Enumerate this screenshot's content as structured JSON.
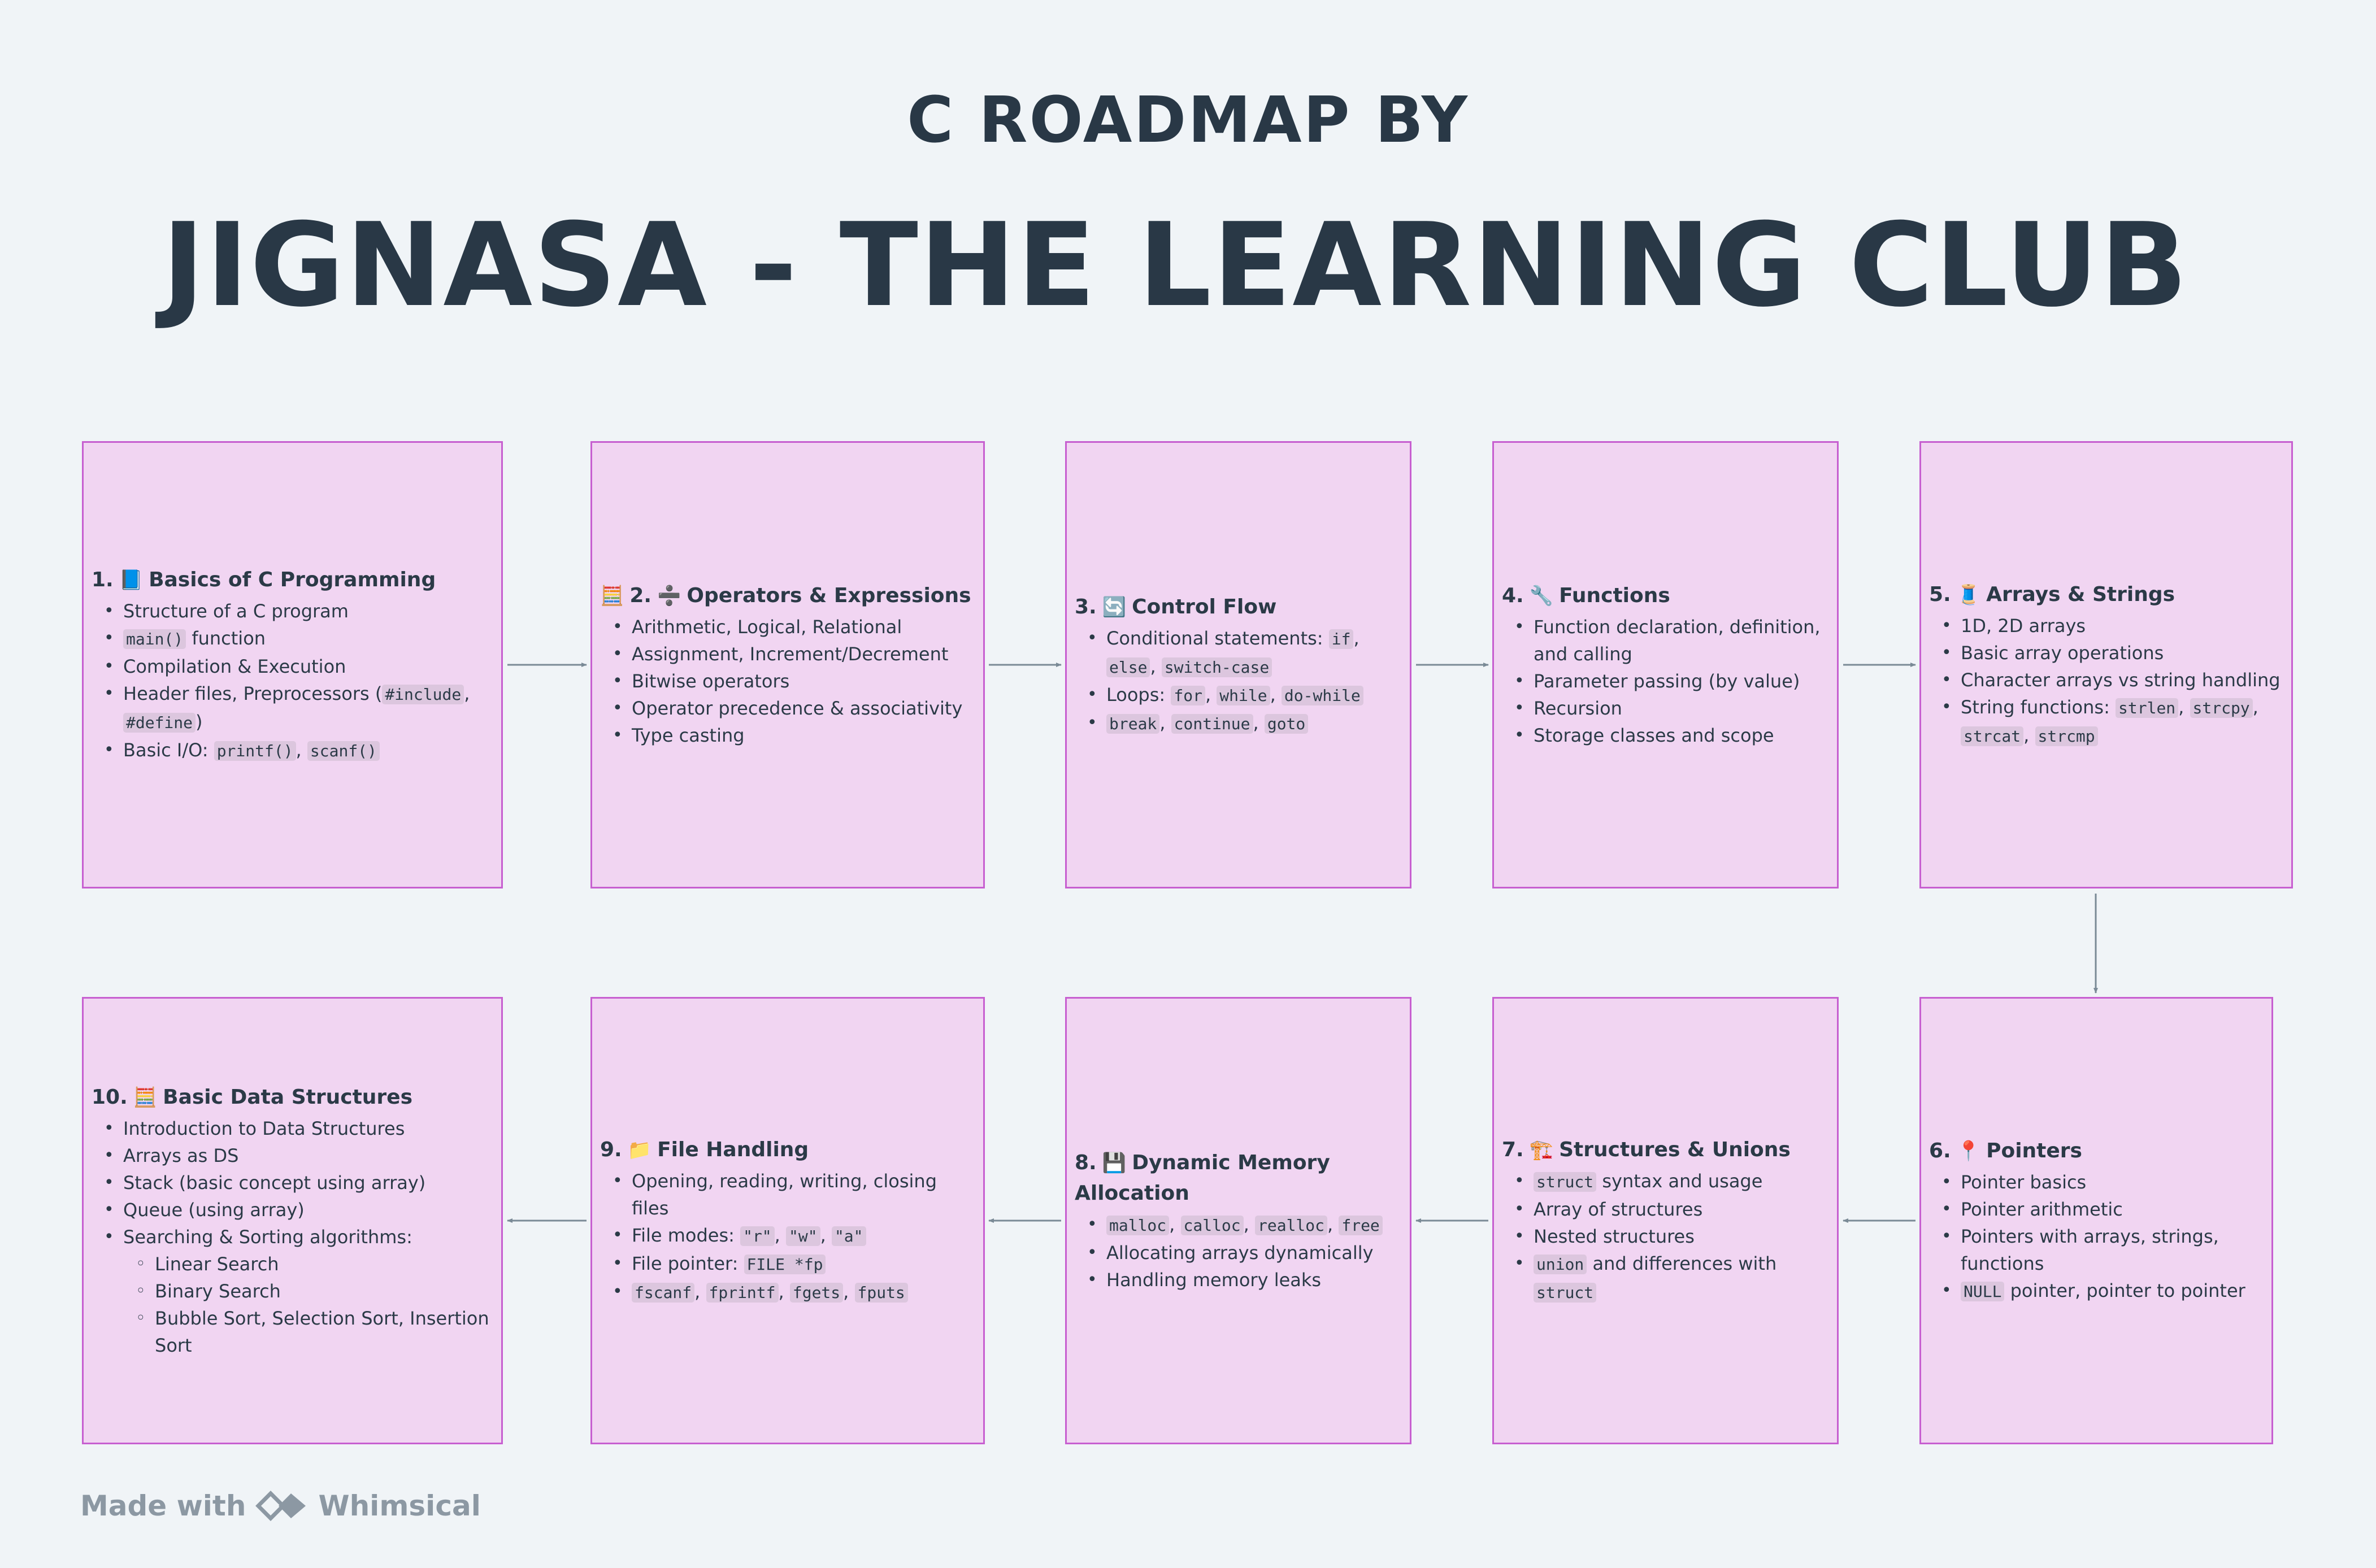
{
  "header": {
    "subtitle": "C ROADMAP BY",
    "title": "JIGNASA - THE LEARNING CLUB"
  },
  "boxes": [
    {
      "num": "1.",
      "emoji": "📘",
      "title": "Basics of C Programming",
      "items": [
        {
          "parts": [
            {
              "t": "Structure of a C program"
            }
          ]
        },
        {
          "parts": [
            {
              "t": "main()",
              "code": true
            },
            {
              "t": " function"
            }
          ]
        },
        {
          "parts": [
            {
              "t": "Compilation & Execution"
            }
          ]
        },
        {
          "parts": [
            {
              "t": "Header files, Preprocessors ("
            },
            {
              "t": "#include",
              "code": true
            },
            {
              "t": ", "
            },
            {
              "t": "#define",
              "code": true
            },
            {
              "t": ")"
            }
          ]
        },
        {
          "parts": [
            {
              "t": "Basic I/O: "
            },
            {
              "t": "printf()",
              "code": true
            },
            {
              "t": ", "
            },
            {
              "t": "scanf()",
              "code": true
            }
          ]
        }
      ]
    },
    {
      "num": "2.",
      "emoji": "➗",
      "title": "Operators & Expressions",
      "lead_emoji": "🧮",
      "items": [
        {
          "parts": [
            {
              "t": "Arithmetic, Logical, Relational"
            }
          ]
        },
        {
          "parts": [
            {
              "t": "Assignment, Increment/Decrement"
            }
          ]
        },
        {
          "parts": [
            {
              "t": "Bitwise operators"
            }
          ]
        },
        {
          "parts": [
            {
              "t": "Operator precedence & associativity"
            }
          ]
        },
        {
          "parts": [
            {
              "t": "Type casting"
            }
          ]
        }
      ]
    },
    {
      "num": "3.",
      "emoji": "🔄",
      "title": "Control Flow",
      "items": [
        {
          "parts": [
            {
              "t": "Conditional statements: "
            },
            {
              "t": "if",
              "code": true
            },
            {
              "t": ", "
            },
            {
              "t": "else",
              "code": true
            },
            {
              "t": ", "
            },
            {
              "t": "switch-case",
              "code": true
            }
          ]
        },
        {
          "parts": [
            {
              "t": "Loops: "
            },
            {
              "t": "for",
              "code": true
            },
            {
              "t": ", "
            },
            {
              "t": "while",
              "code": true
            },
            {
              "t": ", "
            },
            {
              "t": "do-while",
              "code": true
            }
          ]
        },
        {
          "parts": [
            {
              "t": "break",
              "code": true
            },
            {
              "t": ", "
            },
            {
              "t": "continue",
              "code": true
            },
            {
              "t": ", "
            },
            {
              "t": "goto",
              "code": true
            }
          ]
        }
      ]
    },
    {
      "num": "4.",
      "emoji": "🔧",
      "title": "Functions",
      "items": [
        {
          "parts": [
            {
              "t": "Function declaration, definition, and calling"
            }
          ]
        },
        {
          "parts": [
            {
              "t": "Parameter passing (by value)"
            }
          ]
        },
        {
          "parts": [
            {
              "t": "Recursion"
            }
          ]
        },
        {
          "parts": [
            {
              "t": "Storage classes and scope"
            }
          ]
        }
      ]
    },
    {
      "num": "5.",
      "emoji": "🧵",
      "title": "Arrays & Strings",
      "items": [
        {
          "parts": [
            {
              "t": "1D, 2D arrays"
            }
          ]
        },
        {
          "parts": [
            {
              "t": "Basic array operations"
            }
          ]
        },
        {
          "parts": [
            {
              "t": "Character arrays vs string handling"
            }
          ]
        },
        {
          "parts": [
            {
              "t": "String functions: "
            },
            {
              "t": "strlen",
              "code": true
            },
            {
              "t": ", "
            },
            {
              "t": "strcpy",
              "code": true
            },
            {
              "t": ", "
            },
            {
              "t": "strcat",
              "code": true
            },
            {
              "t": ", "
            },
            {
              "t": "strcmp",
              "code": true
            }
          ]
        }
      ]
    },
    {
      "num": "6.",
      "emoji": "📍",
      "title": "Pointers",
      "items": [
        {
          "parts": [
            {
              "t": "Pointer basics"
            }
          ]
        },
        {
          "parts": [
            {
              "t": "Pointer arithmetic"
            }
          ]
        },
        {
          "parts": [
            {
              "t": "Pointers with arrays, strings, functions"
            }
          ]
        },
        {
          "parts": [
            {
              "t": "NULL",
              "code": true
            },
            {
              "t": " pointer, pointer to pointer"
            }
          ]
        }
      ]
    },
    {
      "num": "7.",
      "emoji": "🏗️",
      "title": "Structures & Unions",
      "items": [
        {
          "parts": [
            {
              "t": "struct",
              "code": true
            },
            {
              "t": " syntax and usage"
            }
          ]
        },
        {
          "parts": [
            {
              "t": "Array of structures"
            }
          ]
        },
        {
          "parts": [
            {
              "t": "Nested structures"
            }
          ]
        },
        {
          "parts": [
            {
              "t": "union",
              "code": true
            },
            {
              "t": " and differences with "
            },
            {
              "t": "struct",
              "code": true
            }
          ]
        }
      ]
    },
    {
      "num": "8.",
      "emoji": "💾",
      "title": "Dynamic Memory Allocation",
      "items": [
        {
          "parts": [
            {
              "t": "malloc",
              "code": true
            },
            {
              "t": ", "
            },
            {
              "t": "calloc",
              "code": true
            },
            {
              "t": ", "
            },
            {
              "t": "realloc",
              "code": true
            },
            {
              "t": ", "
            },
            {
              "t": "free",
              "code": true
            }
          ]
        },
        {
          "parts": [
            {
              "t": "Allocating arrays dynamically"
            }
          ]
        },
        {
          "parts": [
            {
              "t": "Handling memory leaks"
            }
          ]
        }
      ]
    },
    {
      "num": "9.",
      "emoji": "📁",
      "title": "File Handling",
      "items": [
        {
          "parts": [
            {
              "t": "Opening, reading, writing, closing files"
            }
          ]
        },
        {
          "parts": [
            {
              "t": "File modes: "
            },
            {
              "t": "\"r\"",
              "code": true
            },
            {
              "t": ", "
            },
            {
              "t": "\"w\"",
              "code": true
            },
            {
              "t": ", "
            },
            {
              "t": "\"a\"",
              "code": true
            }
          ]
        },
        {
          "parts": [
            {
              "t": "File pointer: "
            },
            {
              "t": "FILE *fp",
              "code": true
            }
          ]
        },
        {
          "parts": [
            {
              "t": "fscanf",
              "code": true
            },
            {
              "t": ", "
            },
            {
              "t": "fprintf",
              "code": true
            },
            {
              "t": ", "
            },
            {
              "t": "fgets",
              "code": true
            },
            {
              "t": ", "
            },
            {
              "t": "fputs",
              "code": true
            }
          ]
        }
      ]
    },
    {
      "num": "10.",
      "emoji": "🧮",
      "title": "Basic Data Structures",
      "items": [
        {
          "parts": [
            {
              "t": "Introduction to Data Structures"
            }
          ]
        },
        {
          "parts": [
            {
              "t": "Arrays as DS"
            }
          ]
        },
        {
          "parts": [
            {
              "t": "Stack (basic concept using array)"
            }
          ]
        },
        {
          "parts": [
            {
              "t": "Queue (using array)"
            }
          ]
        },
        {
          "parts": [
            {
              "t": "Searching & Sorting algorithms:"
            }
          ]
        },
        {
          "sub": true,
          "parts": [
            {
              "t": "Linear Search"
            }
          ]
        },
        {
          "sub": true,
          "parts": [
            {
              "t": "Binary Search"
            }
          ]
        },
        {
          "sub": true,
          "parts": [
            {
              "t": "Bubble Sort, Selection Sort, Insertion Sort"
            }
          ]
        }
      ]
    }
  ],
  "footer": {
    "made_with": "Made with",
    "brand": "Whimsical"
  },
  "colors": {
    "background": "#f0f4f7",
    "box_fill": "#f1d5f2",
    "box_border": "#c75fd0",
    "arrow": "#7a8a96",
    "title": "#293846"
  }
}
